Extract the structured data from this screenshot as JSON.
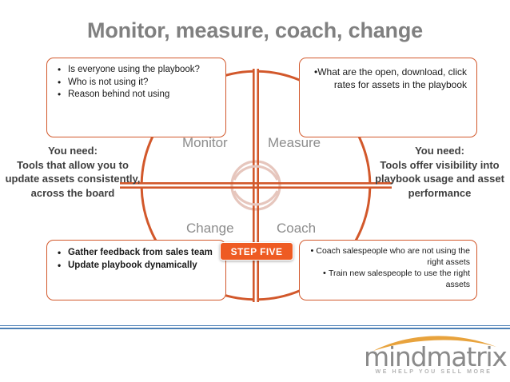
{
  "slide": {
    "title": "Monitor, measure, coach, change",
    "background": "#ffffff"
  },
  "colors": {
    "accent_orange": "#D2582B",
    "badge_orange": "#EE5B23",
    "title_gray": "#808080",
    "label_gray": "#8c8c8c",
    "footer_blue": "#4E81B6",
    "logo_swoosh": "#E8A33D"
  },
  "wheel": {
    "quadrants": [
      {
        "id": "monitor",
        "label": "Monitor"
      },
      {
        "id": "measure",
        "label": "Measure"
      },
      {
        "id": "change",
        "label": "Change"
      },
      {
        "id": "coach",
        "label": "Coach"
      }
    ]
  },
  "step_badge": {
    "label": "STEP FIVE"
  },
  "callouts": {
    "top_left": {
      "align": "left",
      "bullets": [
        "Is everyone using the playbook?",
        "Who is not using it?",
        "Reason behind not using"
      ]
    },
    "top_right": {
      "align": "right",
      "text": "•What are the open, download, click rates for assets in the playbook"
    },
    "bottom_left": {
      "align": "left",
      "bullets": [
        "Gather feedback from sales team",
        "Update playbook dynamically"
      ]
    },
    "bottom_right": {
      "align": "right",
      "bullets": [
        "Coach salespeople  who are not using the right assets",
        "Train new salespeople to use the right assets"
      ]
    }
  },
  "you_need": {
    "left": {
      "heading": "You need:",
      "body": "Tools that allow you to update assets consistently, across the board"
    },
    "right": {
      "heading": "You need:",
      "body": "Tools offer visibility into playbook usage and asset performance"
    }
  },
  "footer": {
    "logo_word": "mindmatrix",
    "logo_tagline": "WE HELP YOU SELL MORE"
  }
}
